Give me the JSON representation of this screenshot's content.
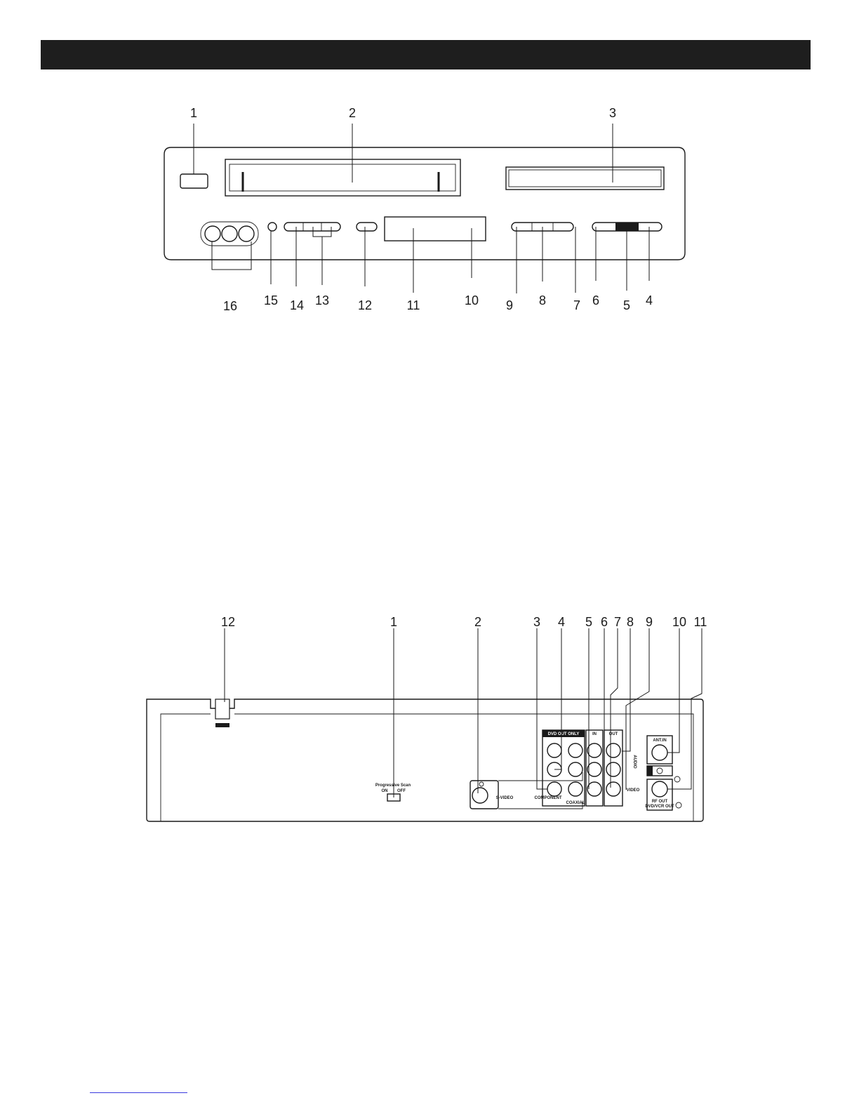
{
  "front_panel": {
    "callouts": [
      "1",
      "2",
      "3",
      "4",
      "5",
      "6",
      "7",
      "8",
      "9",
      "10",
      "11",
      "12",
      "13",
      "14",
      "15",
      "16"
    ]
  },
  "rear_panel": {
    "callouts": [
      "1",
      "2",
      "3",
      "4",
      "5",
      "6",
      "7",
      "8",
      "9",
      "10",
      "11",
      "12"
    ],
    "labels": {
      "progressive_scan": "Progressive Scan",
      "on": "ON",
      "off": "OFF",
      "s_video": "S-VIDEO",
      "component": "COMPONENT",
      "dvd_out_only": "DVD OUT ONLY",
      "coaxial": "COAXIAL",
      "in": "IN",
      "out": "OUT",
      "audio": "AUDIO",
      "video": "VIDEO",
      "ant_in": "ANT.IN",
      "rf_out": "RF OUT",
      "dvd_vcr_out": "DVD/VCR OUT"
    }
  }
}
